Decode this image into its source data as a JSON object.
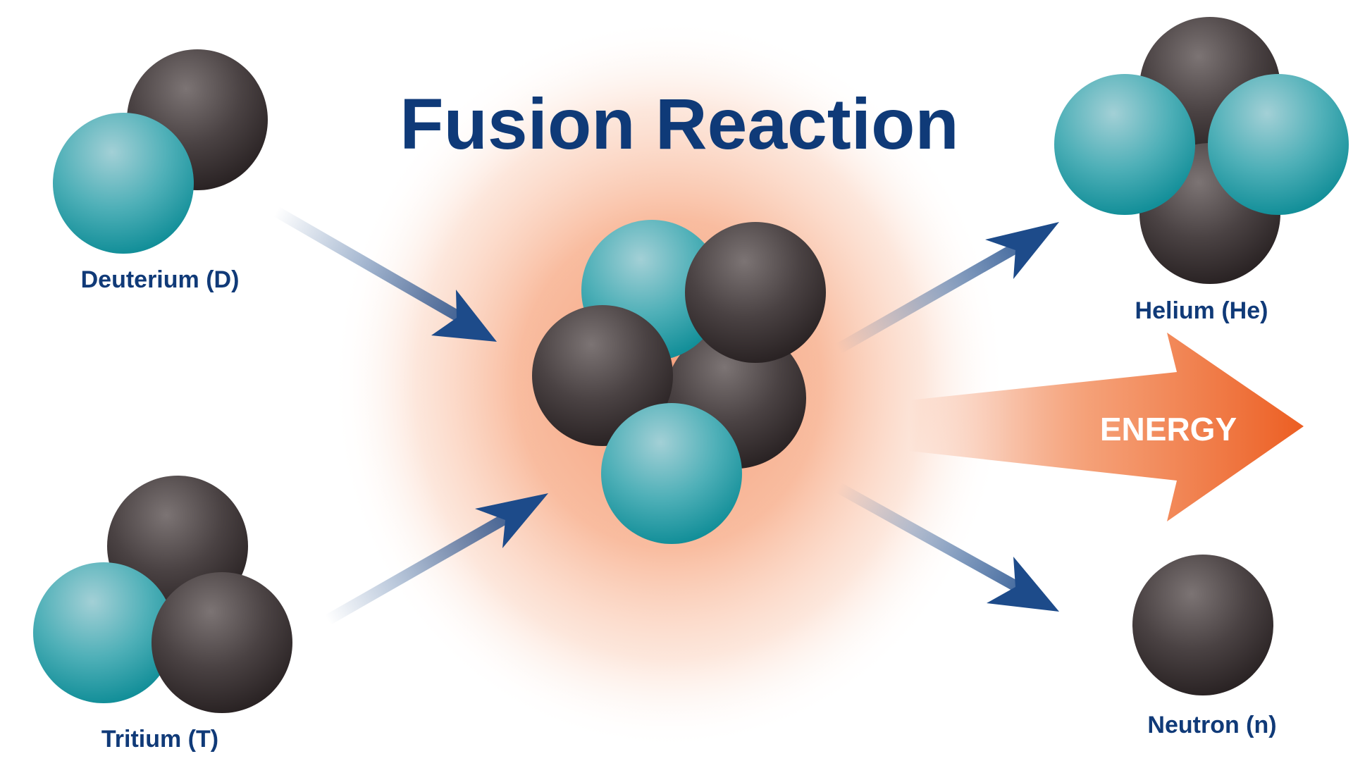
{
  "title": "Fusion Reaction",
  "labels": {
    "deuterium": "Deuterium (D)",
    "tritium": "Tritium (T)",
    "helium": "Helium (He)",
    "neutron": "Neutron (n)",
    "energy": "ENERGY"
  },
  "colors": {
    "title": "#0f3a78",
    "label": "#103a78",
    "proton": "#1c9aa5",
    "neutron": "#3b3334",
    "arrow": "#1d4b8a",
    "energy": "#ee6a30",
    "glow": "#f7a780"
  }
}
